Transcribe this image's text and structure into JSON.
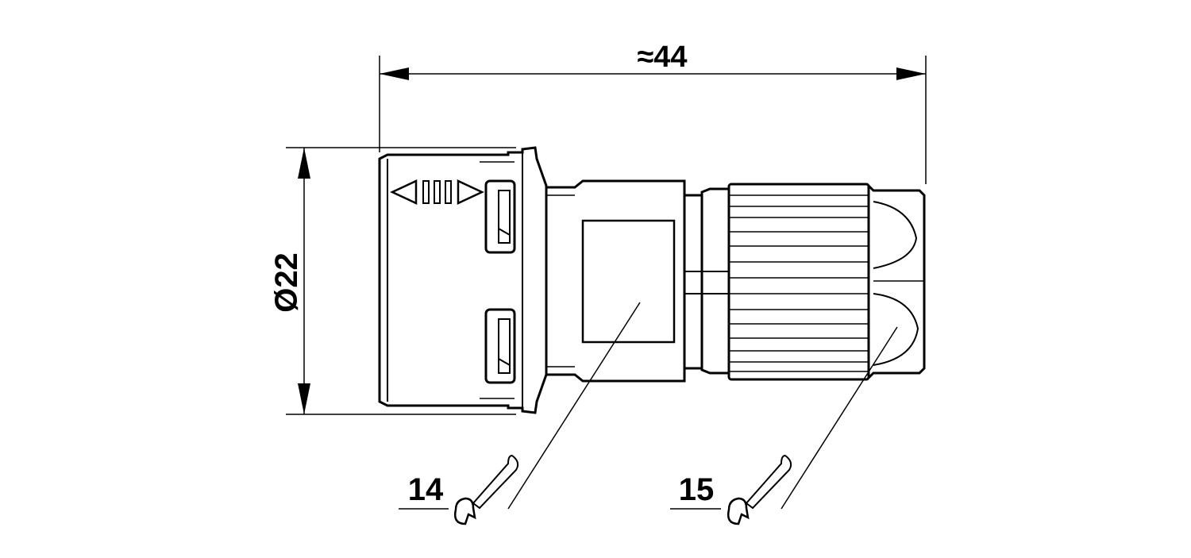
{
  "dimensions": {
    "length": "≈44",
    "diameter": "Ø22"
  },
  "callouts": {
    "left": "14",
    "right": "15"
  },
  "icons": {
    "left_tool": "wrench-icon",
    "right_tool": "wrench-icon"
  }
}
